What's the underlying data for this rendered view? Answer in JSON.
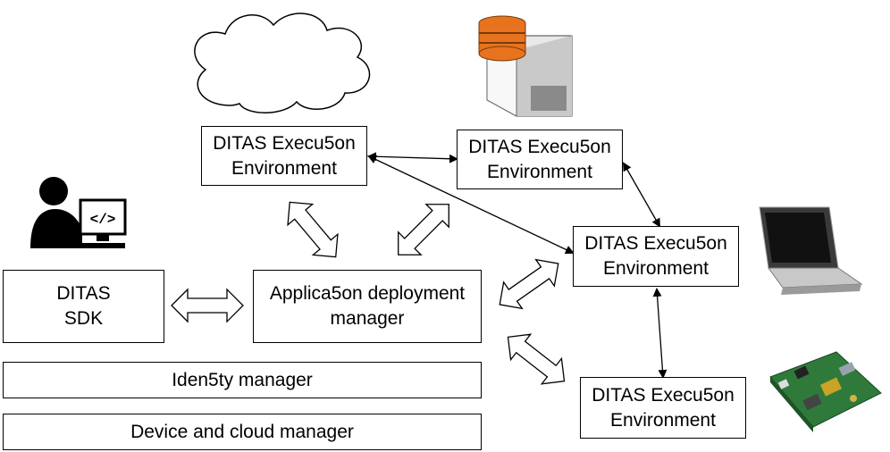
{
  "boxes": {
    "env_top_left": "DITAS Execu5on\nEnvironment",
    "env_top_right": "DITAS Execu5on\nEnvironment",
    "env_mid_right": "DITAS Execu5on\nEnvironment",
    "env_bottom_right": "DITAS Execu5on\nEnvironment",
    "sdk": "DITAS\nSDK",
    "deployment_manager": "Applica5on deployment\nmanager",
    "identity_manager": "Iden5ty manager",
    "device_cloud_manager": "Device and cloud manager"
  },
  "icons": [
    "cloud-icon",
    "database-server-icon",
    "developer-icon",
    "laptop-icon",
    "circuit-board-icon"
  ],
  "colors": {
    "db_orange": "#e8731e",
    "board_green": "#2f7a3a"
  }
}
